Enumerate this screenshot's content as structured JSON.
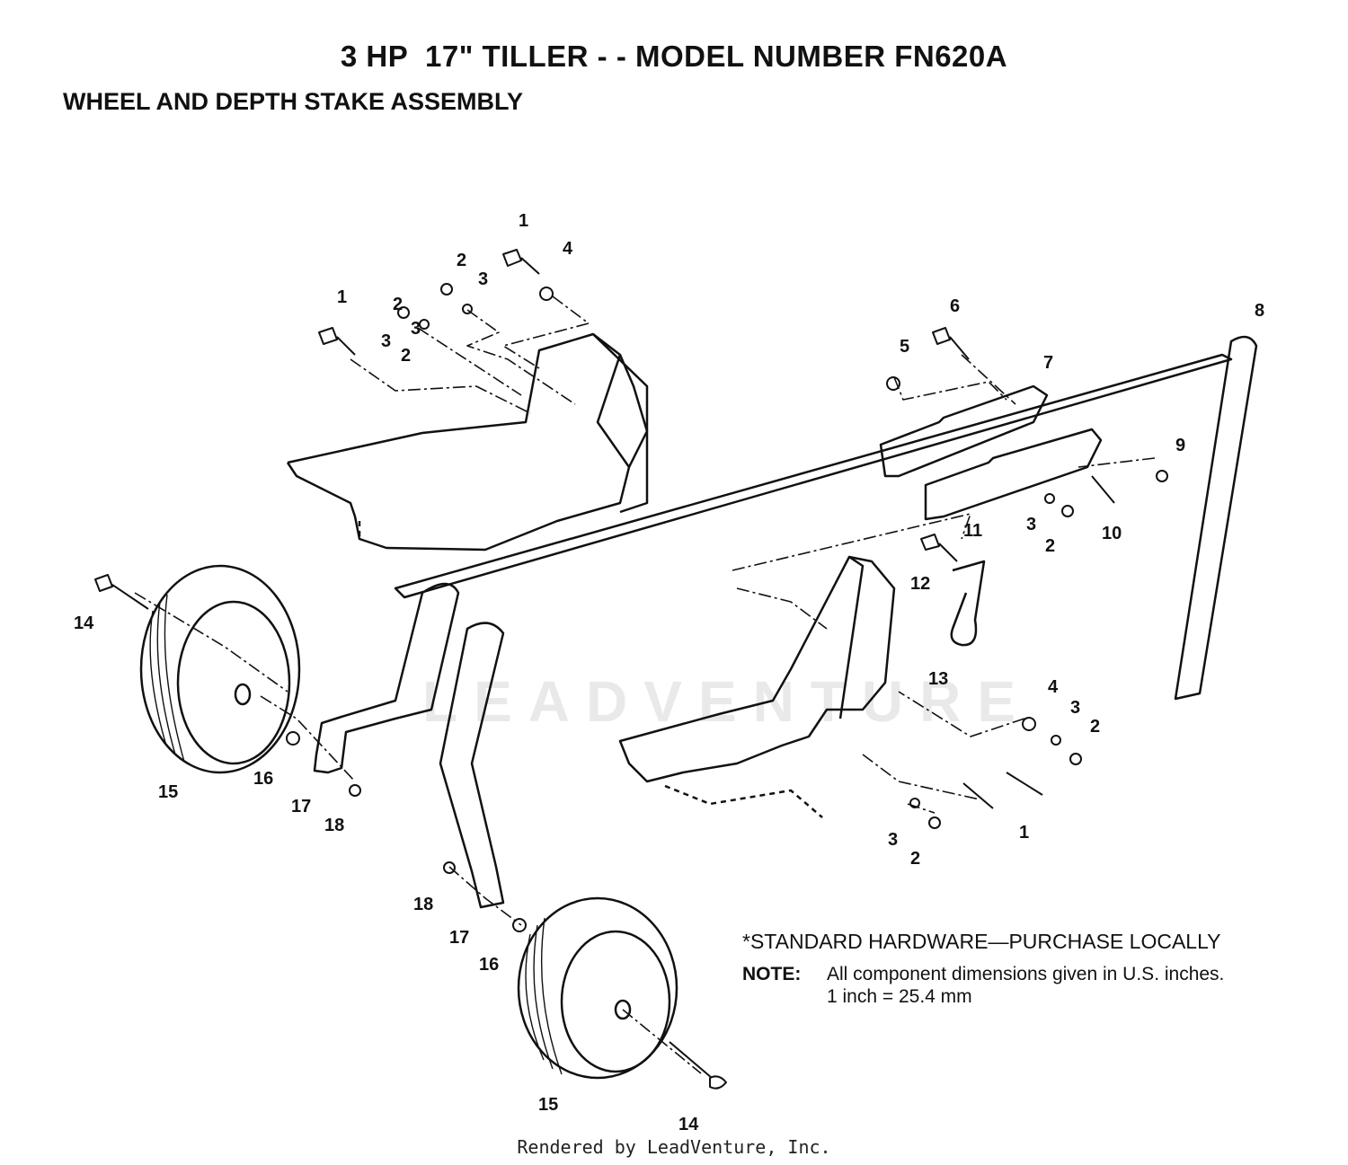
{
  "header": {
    "title": "3 HP  17\" TILLER - - MODEL NUMBER FN620A",
    "subtitle": "WHEEL AND DEPTH STAKE ASSEMBLY"
  },
  "watermark": "LEADVENTURE",
  "callouts": [
    {
      "id": "c1a",
      "label": "1"
    },
    {
      "id": "c4a",
      "label": "4"
    },
    {
      "id": "c2a",
      "label": "2"
    },
    {
      "id": "c3a",
      "label": "3"
    },
    {
      "id": "c1b",
      "label": "1"
    },
    {
      "id": "c2b",
      "label": "2"
    },
    {
      "id": "c3b",
      "label": "3"
    },
    {
      "id": "c2c",
      "label": "2"
    },
    {
      "id": "c3c",
      "label": "3"
    },
    {
      "id": "c6",
      "label": "6"
    },
    {
      "id": "c5",
      "label": "5"
    },
    {
      "id": "c7",
      "label": "7"
    },
    {
      "id": "c8",
      "label": "8"
    },
    {
      "id": "c9",
      "label": "9"
    },
    {
      "id": "c3d",
      "label": "3"
    },
    {
      "id": "c2d",
      "label": "2"
    },
    {
      "id": "c10",
      "label": "10"
    },
    {
      "id": "c11",
      "label": "11"
    },
    {
      "id": "c12",
      "label": "12"
    },
    {
      "id": "c13",
      "label": "13"
    },
    {
      "id": "c14a",
      "label": "14"
    },
    {
      "id": "c15a",
      "label": "15"
    },
    {
      "id": "c16a",
      "label": "16"
    },
    {
      "id": "c17a",
      "label": "17"
    },
    {
      "id": "c18a",
      "label": "18"
    },
    {
      "id": "c4b",
      "label": "4"
    },
    {
      "id": "c3e",
      "label": "3"
    },
    {
      "id": "c2e",
      "label": "2"
    },
    {
      "id": "c1c",
      "label": "1"
    },
    {
      "id": "c3f",
      "label": "3"
    },
    {
      "id": "c2f",
      "label": "2"
    },
    {
      "id": "c18b",
      "label": "18"
    },
    {
      "id": "c17b",
      "label": "17"
    },
    {
      "id": "c16b",
      "label": "16"
    },
    {
      "id": "c15b",
      "label": "15"
    },
    {
      "id": "c14b",
      "label": "14"
    }
  ],
  "notes": {
    "standard_hardware": "*STANDARD HARDWARE—PURCHASE LOCALLY",
    "note_label": "NOTE:",
    "note_text": "All component dimensions given in U.S. inches.",
    "note_text2": "1 inch = 25.4 mm"
  },
  "footer": "Rendered by LeadVenture, Inc."
}
